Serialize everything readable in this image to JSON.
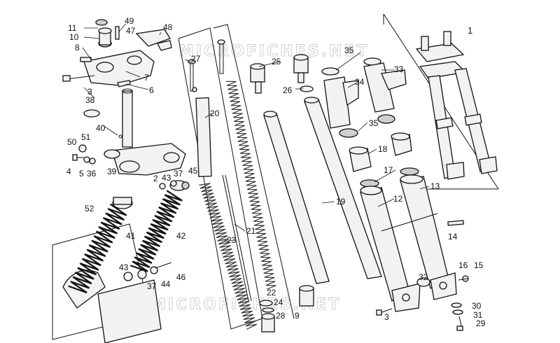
{
  "diagram": {
    "watermarks": [
      "MICROFICHES.NET",
      "MICROFICHES.NET"
    ],
    "part_labels": [
      "1",
      "2",
      "3",
      "3",
      "4",
      "5",
      "6",
      "7",
      "8",
      "9",
      "10",
      "11",
      "12",
      "13",
      "14",
      "15",
      "16",
      "17",
      "18",
      "19",
      "20",
      "21",
      "22",
      "23",
      "24",
      "25",
      "26",
      "27",
      "28",
      "29",
      "30",
      "31",
      "32",
      "33",
      "34",
      "35",
      "35",
      "36",
      "37",
      "37",
      "38",
      "39",
      "40",
      "41",
      "42",
      "43",
      "43",
      "44",
      "45",
      "46",
      "47",
      "48",
      "49",
      "50",
      "51",
      "52"
    ]
  }
}
